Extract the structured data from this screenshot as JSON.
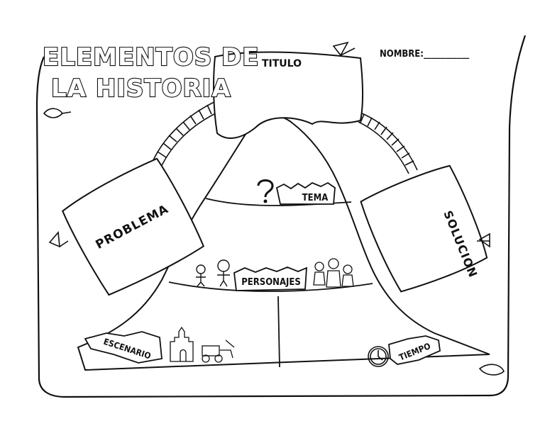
{
  "worksheet": {
    "title_line1": "ELEMENTOS DE",
    "title_line2": "LA HISTORIA",
    "name_label": "NOMBRE:___________"
  },
  "sections": {
    "titulo": "TITULO",
    "problema": "PROBLEMA",
    "solucion": "SOLUCION",
    "tema": "TEMA",
    "personajes": "PERSONAJES",
    "escenario": "ESCENARIO",
    "tiempo": "TIEMPO"
  },
  "icons": [
    "question-mark-icon",
    "kids-icon",
    "characters-icon",
    "castle-icon",
    "tractor-icon",
    "clock-icon",
    "leaf-icon"
  ]
}
